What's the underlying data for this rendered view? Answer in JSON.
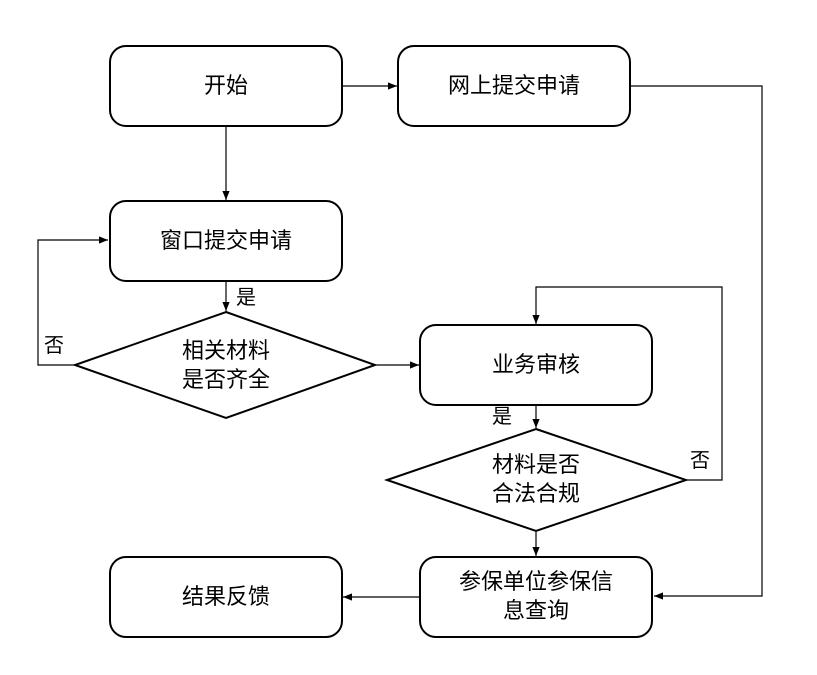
{
  "nodes": {
    "start": "开始",
    "online_submit": "网上提交申请",
    "window_submit": "窗口提交申请",
    "materials_complete": [
      "相关材料",
      "是否齐全"
    ],
    "business_review": "业务审核",
    "materials_legal": [
      "材料是否",
      "合法合规"
    ],
    "info_query": [
      "参保单位参保信",
      "息查询"
    ],
    "result_feedback": "结果反馈"
  },
  "edge_labels": {
    "yes_1": "是",
    "no_1": "否",
    "yes_2": "是",
    "no_2": "否"
  }
}
